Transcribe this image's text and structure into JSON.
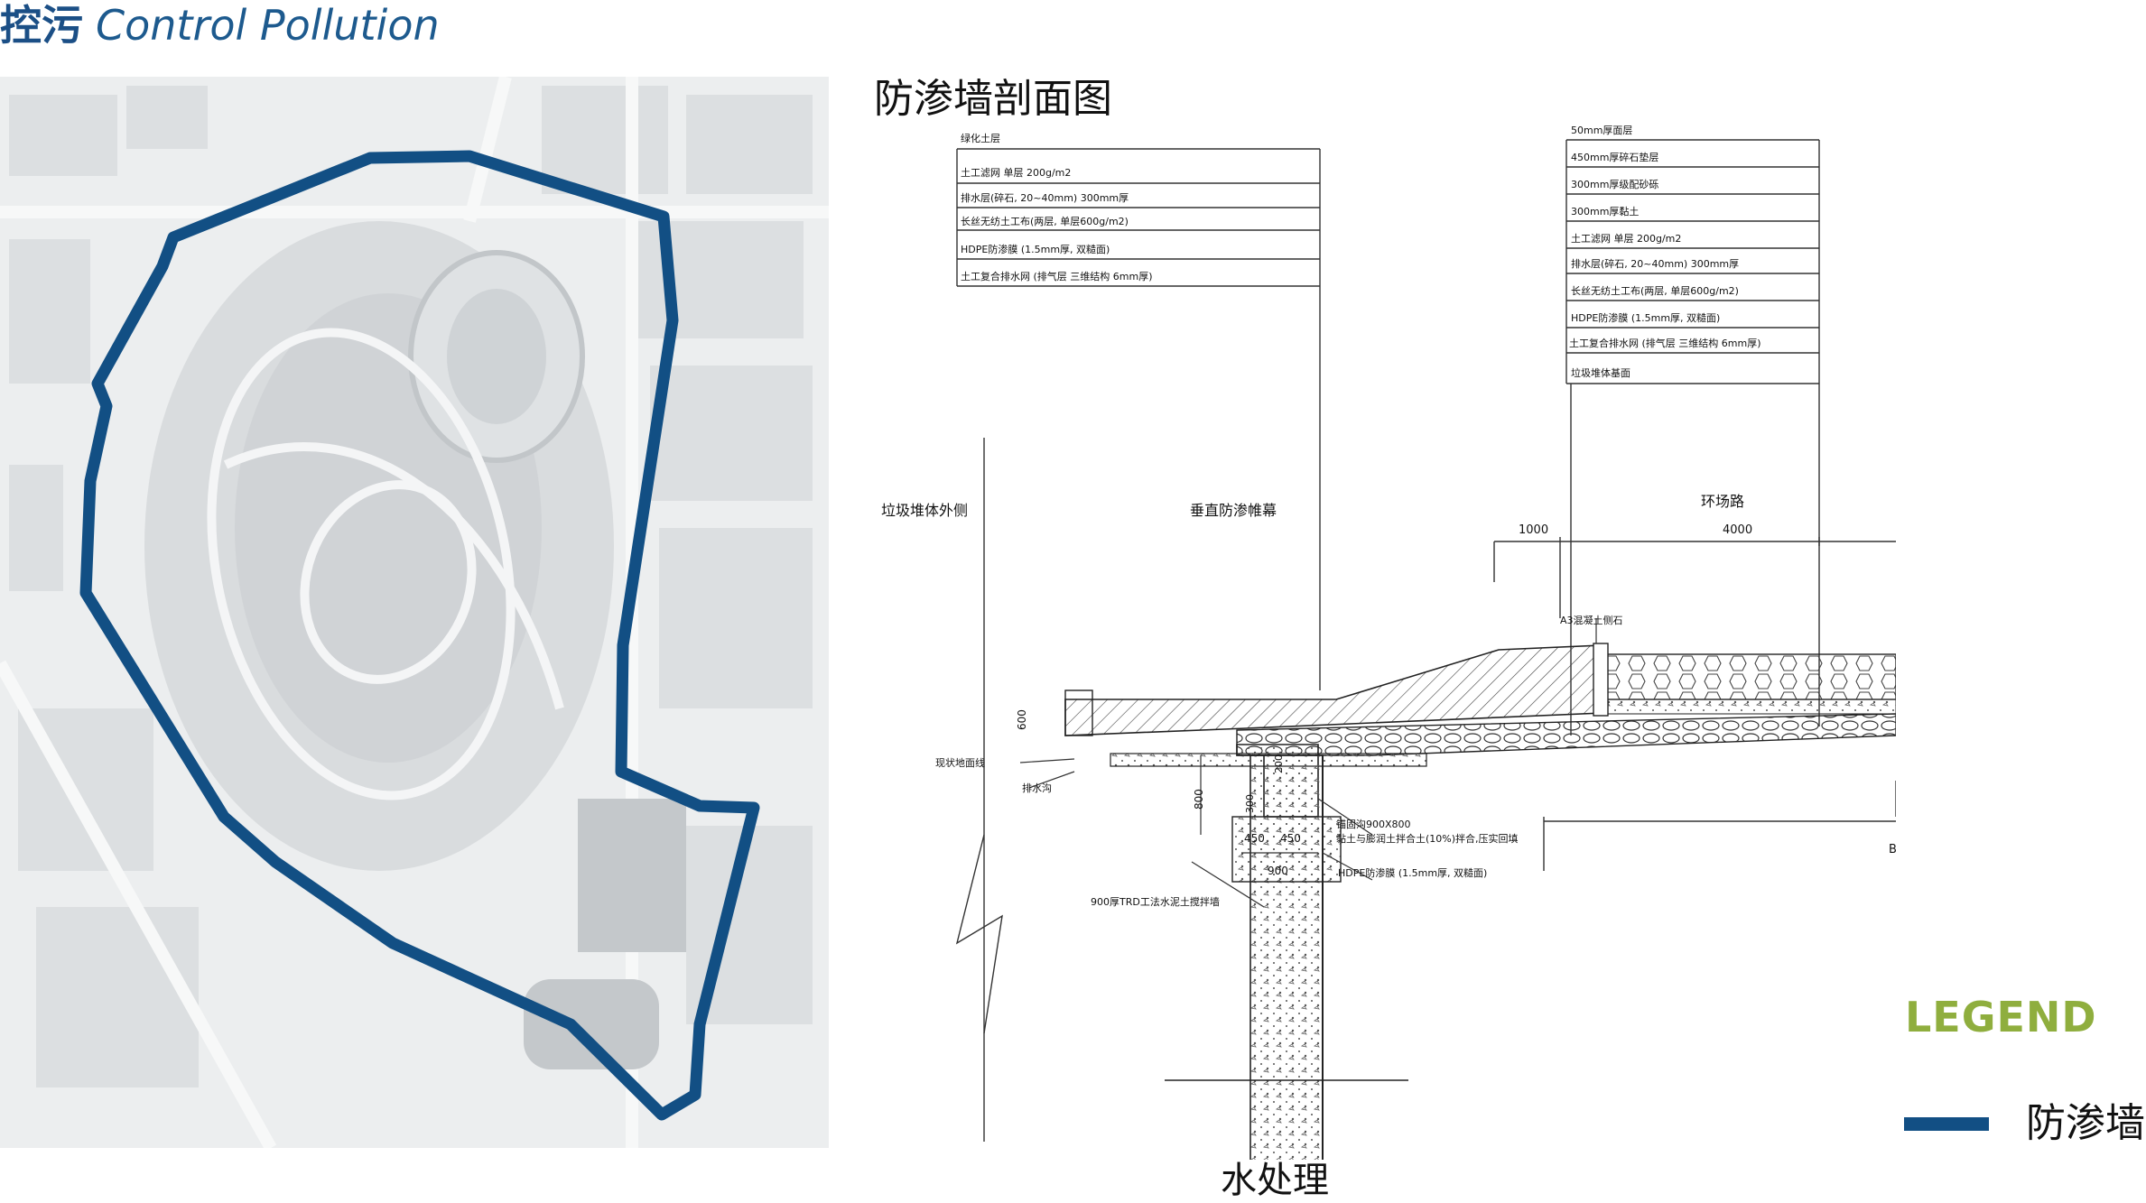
{
  "header": {
    "title_zh": "控污",
    "title_en": "Control Pollution"
  },
  "section": {
    "title": "防渗墙剖面图",
    "caption": "水处理"
  },
  "legend": {
    "title": "LEGEND",
    "item_label": "防渗墙",
    "item_color": "#124f84",
    "title_color": "#8fae3e"
  },
  "drawing": {
    "left_layers": [
      "绿化土层",
      "土工滤网 单层 200g/m2",
      "排水层(碎石, 20~40mm) 300mm厚",
      "长丝无纺土工布(两层, 单层600g/m2)",
      "HDPE防渗膜 (1.5mm厚, 双糙面)",
      "土工复合排水网 (排气层 三维结构 6mm厚)"
    ],
    "right_layers": [
      "50mm厚面层",
      "450mm厚碎石垫层",
      "300mm厚级配砂砾",
      "300mm厚黏土",
      "土工滤网 单层 200g/m2",
      "排水层(碎石, 20~40mm) 300mm厚",
      "长丝无纺土工布(两层, 单层600g/m2)",
      "HDPE防渗膜 (1.5mm厚, 双糙面)",
      "土工复合排水网 (排气层 三维结构 6mm厚)",
      "垃圾堆体基面"
    ],
    "zone_left": "垃圾堆体外侧",
    "zone_mid": "垂直防渗帷幕",
    "zone_right": "环场路",
    "dim_1000": "1000",
    "dim_4000": "4000",
    "dim_600": "600",
    "dim_800": "800",
    "dim_300": "300",
    "dim_200": "200",
    "dim_450a": "450",
    "dim_450b": "450",
    "dim_900": "900",
    "label_ground": "现状地面线",
    "label_ditch": "排水沟",
    "label_curb": "A3混凝土侧石",
    "label_beam": "锚固沟900X800",
    "label_fill": "黏土与膨润土拌合土(10%)拌合,压实回填",
    "label_hdpe": "HDPE防渗膜 (1.5mm厚, 双糙面)",
    "label_trd": "900厚TRD工法水泥土搅拌墙",
    "label_b": "B"
  }
}
